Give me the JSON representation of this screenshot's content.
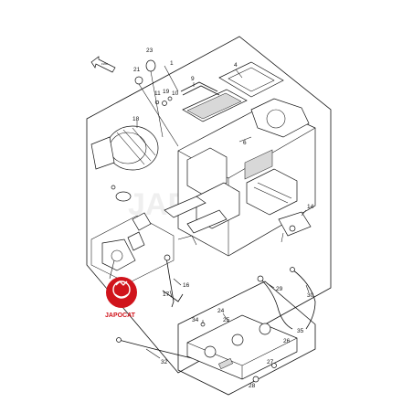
{
  "callouts": {
    "c1": "1",
    "c4": "4",
    "c6": "6",
    "c9": "9",
    "c10": "10",
    "c11": "11",
    "c14": "14",
    "c16": "16",
    "c17": "17",
    "c18": "18",
    "c19": "19",
    "c21": "21",
    "c23": "23",
    "c24": "24",
    "c25": "25",
    "c26": "26",
    "c27": "27",
    "c28": "28",
    "c29": "29",
    "c30": "30",
    "c32": "32",
    "c34": "34",
    "c35": "35"
  },
  "logo": {
    "name": "JAPOCAT"
  },
  "colors": {
    "line": "#111111",
    "logo_red": "#d0141c",
    "background": "#ffffff"
  }
}
